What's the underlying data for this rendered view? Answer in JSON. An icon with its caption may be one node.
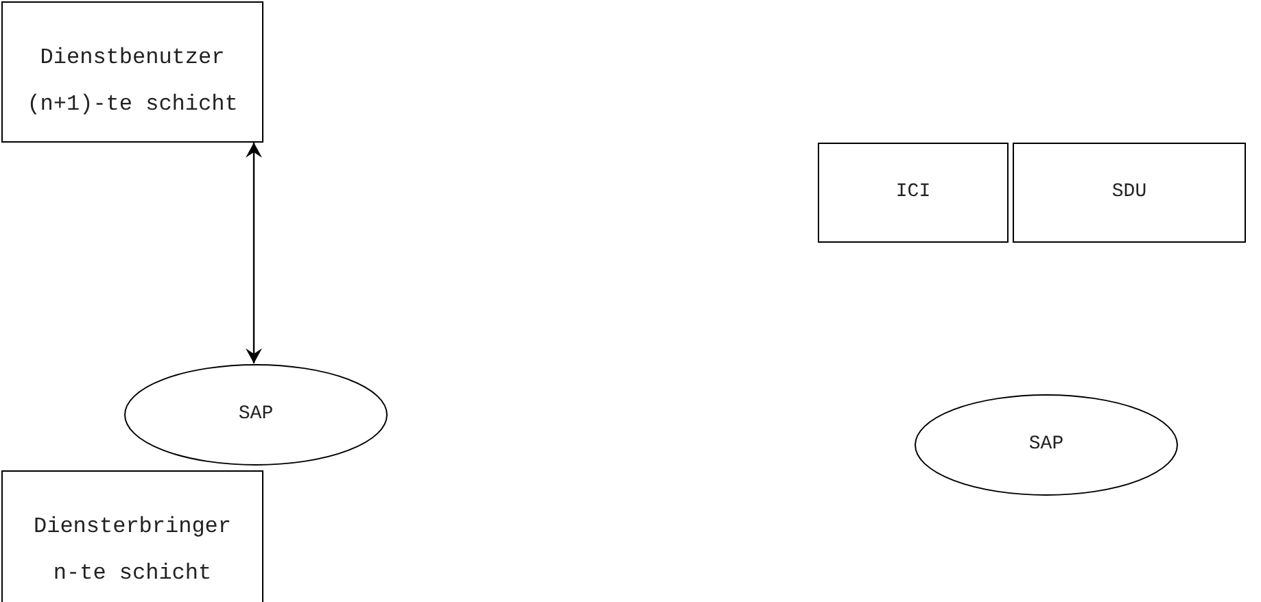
{
  "diagram": {
    "nodes": [
      {
        "text": [
          "Dienstbenutzer",
          "(n+1)-te schicht"
        ]
      },
      {
        "text": [
          "SAP"
        ]
      },
      {
        "text": [
          "Diensterbringer",
          "n-te schicht"
        ]
      },
      {
        "text": [
          "ICI"
        ]
      },
      {
        "text": [
          "SDU"
        ]
      },
      {
        "text": [
          "SAP"
        ]
      }
    ],
    "edges": [
      {
        "from": 0,
        "to": 1,
        "arrow": "both"
      }
    ]
  }
}
